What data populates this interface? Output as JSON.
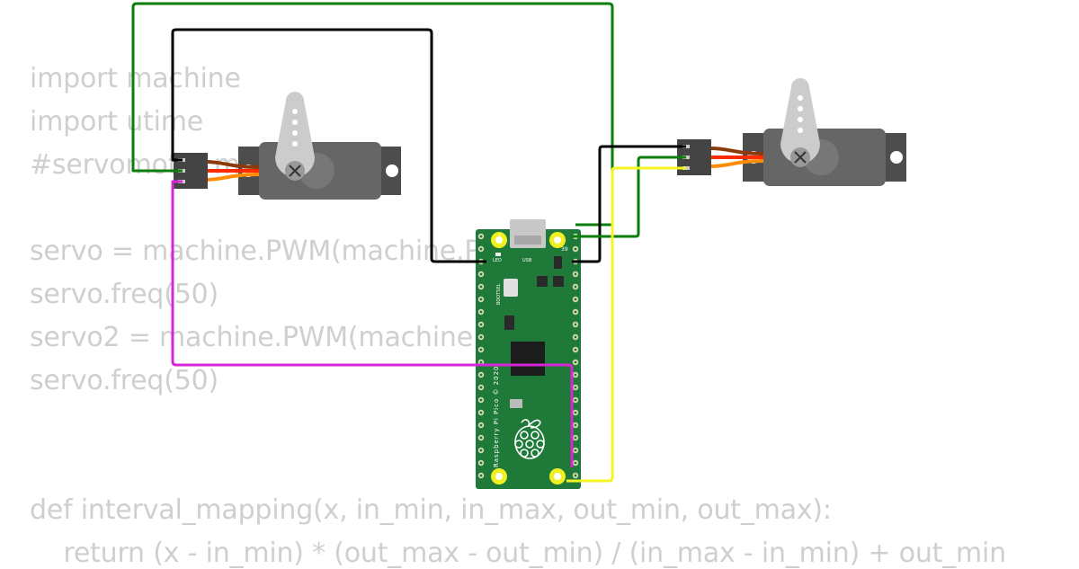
{
  "code": {
    "lines": [
      "import machine",
      "import utime",
      "#servomotor m",
      "",
      "servo = machine.PWM(machine.P",
      "servo.freq(50)",
      "servo2 = machine.PWM(machine.",
      "servo.freq(50)",
      "",
      "",
      "def interval_mapping(x, in_min, in_max, out_min, out_max):",
      "    return (x - in_min) * (out_max - out_min) / (in_max - in_min) + out_min"
    ]
  },
  "board": {
    "pin1_label": "1",
    "pin39_label": "39",
    "led_label": "LED",
    "usb_label": "USB",
    "bootsel_label": "BOOTSEL",
    "silkscreen": "Raspberry Pi Pico © 2020"
  },
  "colors": {
    "wire_green": "#0a7d0a",
    "wire_black": "#000000",
    "wire_magenta": "#d726d7",
    "wire_yellow": "#f5f521",
    "board_green": "#1f7a3a",
    "servo_body": "#666666",
    "servo_horn": "#cccccc",
    "code_text": "#cfcfcf"
  }
}
